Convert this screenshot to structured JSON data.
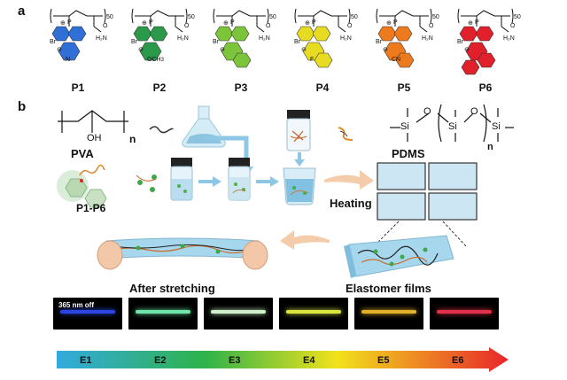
{
  "panels": {
    "a": "a",
    "b": "b"
  },
  "structures": [
    {
      "id": "P1",
      "label": "P1",
      "color": "#2f6fd6",
      "sub": "N",
      "sub2": "",
      "counter": "Br",
      "n": "50"
    },
    {
      "id": "P2",
      "label": "P2",
      "color": "#2a9a4a",
      "sub": "OCH",
      "sub2": "3",
      "counter": "Br",
      "n": "50"
    },
    {
      "id": "P3",
      "label": "P3",
      "color": "#7cc43a",
      "sub": "",
      "sub2": "",
      "counter": "Br",
      "n": "50"
    },
    {
      "id": "P4",
      "label": "P4",
      "color": "#e8dc22",
      "sub": "F",
      "sub2": "",
      "counter": "Br",
      "n": "50"
    },
    {
      "id": "P5",
      "label": "P5",
      "color": "#ee7a1e",
      "sub": "CN",
      "sub2": "",
      "counter": "Br",
      "n": "50"
    },
    {
      "id": "P6",
      "label": "P6",
      "color": "#e0202a",
      "sub": "",
      "sub2": "",
      "counter": "Br",
      "n": "50"
    }
  ],
  "amide": "H₂N",
  "oxygen": "O",
  "phosphorus": "P",
  "plus": "⊕",
  "minus": "⊖",
  "pva": {
    "label": "PVA",
    "group": "OH",
    "n": "n"
  },
  "pdms": {
    "label": "PDMS",
    "si": "Si",
    "o": "O",
    "n": "n"
  },
  "mix_label": "P1-P6",
  "heating_label": "Heating",
  "stretch_label": "After stretching",
  "elastomer_label": "Elastomer films",
  "uv_label": "365 nm off",
  "emission_strips": [
    {
      "name": "E1",
      "color": "#2c45e0"
    },
    {
      "name": "E2",
      "color": "#6fe6a8"
    },
    {
      "name": "E3",
      "color": "#cfeecb"
    },
    {
      "name": "E4",
      "color": "#d9e640"
    },
    {
      "name": "E5",
      "color": "#e2b02a"
    },
    {
      "name": "E6",
      "color": "#e2304a"
    }
  ],
  "gradient": {
    "from": "#33aadf",
    "mid1": "#2fb34a",
    "mid2": "#f2e21c",
    "to": "#e8262a"
  },
  "emission_labels": [
    "E1",
    "E2",
    "E3",
    "E4",
    "E5",
    "E6"
  ]
}
